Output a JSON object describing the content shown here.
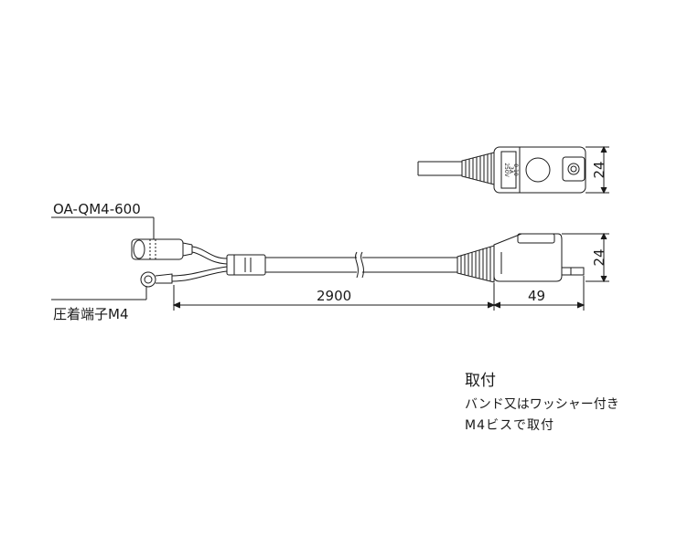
{
  "labels": {
    "part_number": "OA-QM4-600",
    "terminal": "圧着端子M4"
  },
  "dimensions": {
    "cable_length": "2900",
    "body_length": "49",
    "top_view_height": "24",
    "side_view_height": "24"
  },
  "unit_markings": {
    "line1": "250V",
    "line2": "3A",
    "line3": "0-10"
  },
  "note": {
    "title": "取付",
    "line1": "バンド又はワッシャー付き",
    "line2": "M4ビスで取付"
  },
  "colors": {
    "line": "#1a1a1a",
    "background": "#ffffff"
  }
}
